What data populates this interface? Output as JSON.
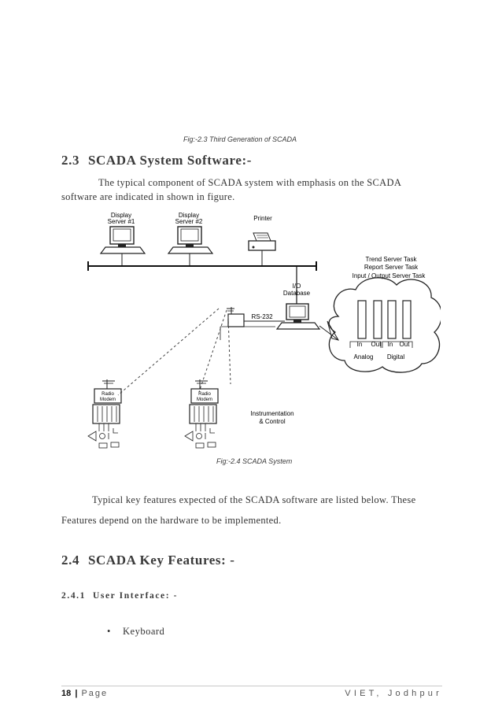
{
  "captions": {
    "fig23": "Fig:-2.3 Third Generation of SCADA",
    "fig24": "Fig:-2.4 SCADA System"
  },
  "section_2_3": {
    "number": "2.3",
    "title": "SCADA System Software:-",
    "para_line1": "The typical component of SCADA system with emphasis on the SCADA",
    "para_line2": "software are indicated in shown in figure."
  },
  "diagram": {
    "display1_line1": "Display",
    "display1_line2": "Server #1",
    "display2_line1": "Display",
    "display2_line2": "Server #2",
    "printer": "Printer",
    "trend": "Trend Server Task",
    "report": "Report Server Task",
    "io_task": "Input / Output Server Task",
    "io_db_line1": "I/O",
    "io_db_line2": "Database",
    "rs232": "RS-232",
    "in1": "In",
    "out1": "Out",
    "in2": "In",
    "out2": "Out",
    "analog": "Analog",
    "digital": "Digital",
    "radio_line1": "Radio",
    "radio_line2": "Modem",
    "instr_line1": "Instrumentation",
    "instr_line2": "& Control"
  },
  "para2": {
    "line1": "Typical key features expected of the SCADA software are listed below. These",
    "line2": "Features depend on the hardware to be implemented."
  },
  "section_2_4": {
    "number": "2.4",
    "title": "SCADA Key Features: -"
  },
  "section_2_4_1": {
    "number": "2.4.1",
    "title": "User Interface: -"
  },
  "bullets": [
    "Keyboard"
  ],
  "footer": {
    "page_num": "18",
    "sep": "|",
    "page_word": "Page",
    "right": "VIET, Jodhpur"
  }
}
